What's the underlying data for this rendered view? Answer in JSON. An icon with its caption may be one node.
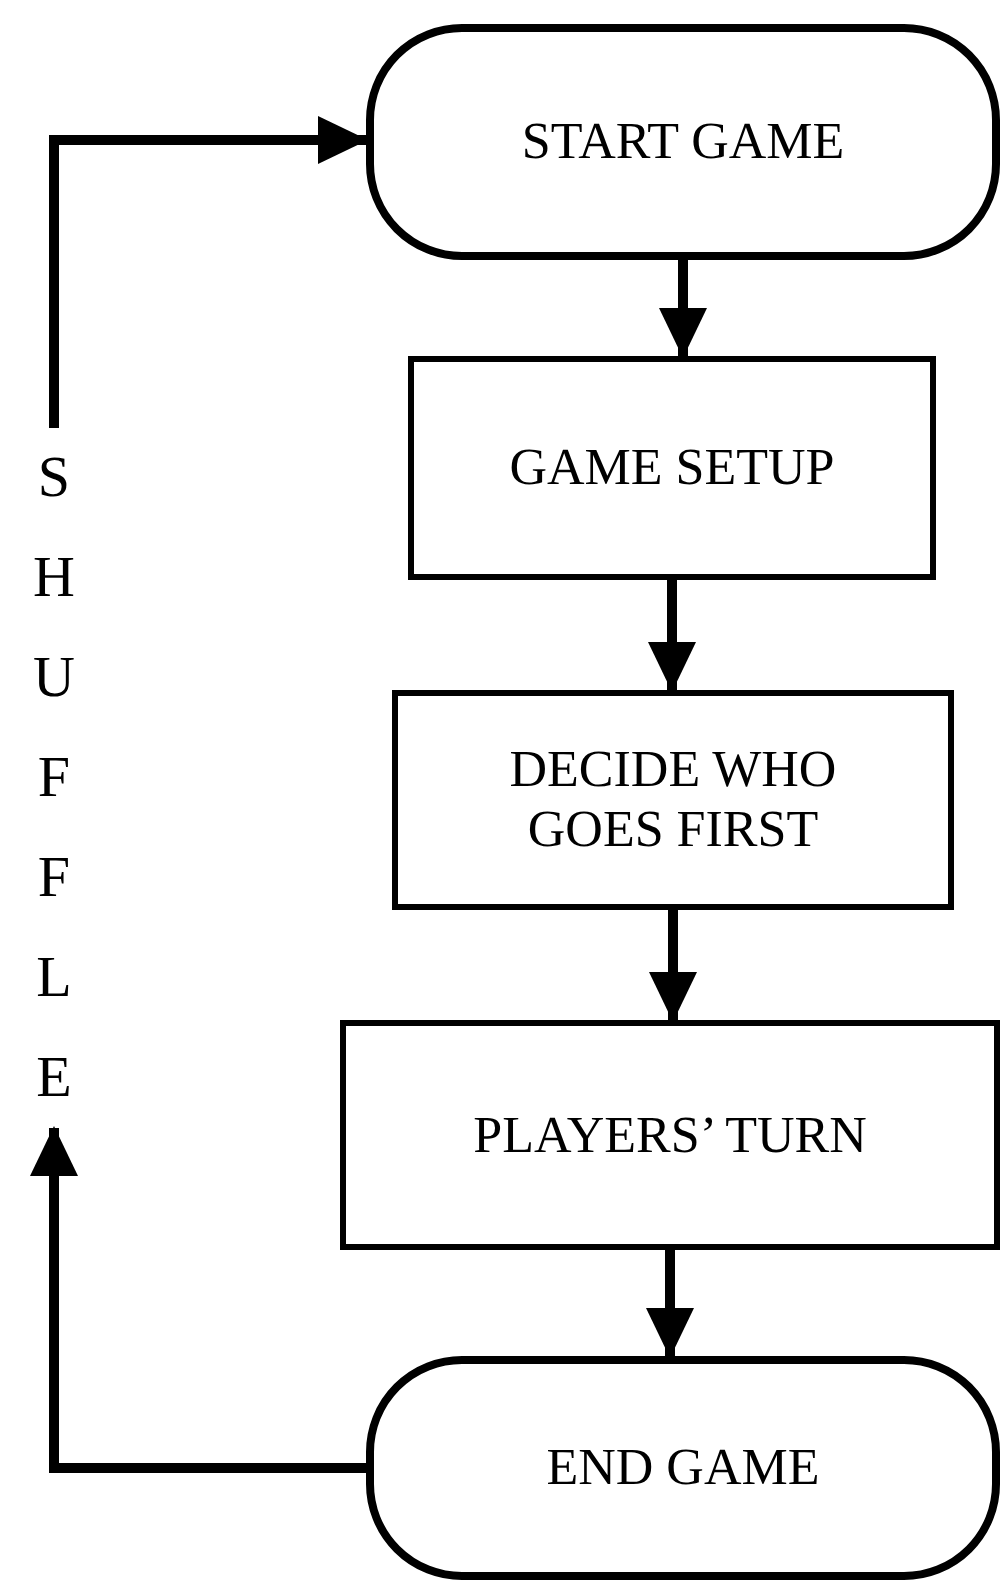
{
  "diagram": {
    "nodes": [
      {
        "text": [
          "START GAME"
        ]
      },
      {
        "text": [
          "GAME SETUP"
        ]
      },
      {
        "text": [
          "DECIDE WHO GOES FIRST"
        ]
      },
      {
        "text": [
          "PLAYERS’ TURN"
        ]
      },
      {
        "text": [
          "END GAME"
        ]
      },
      {
        "text": [
          "SHUFFLE"
        ]
      }
    ],
    "edges": [
      {
        "from": 0,
        "to": 1,
        "arrow": "to"
      },
      {
        "from": 1,
        "to": 2,
        "arrow": "to"
      },
      {
        "from": 2,
        "to": 3,
        "arrow": "to"
      },
      {
        "from": 3,
        "to": 4,
        "arrow": "to"
      },
      {
        "from": 4,
        "to": 5,
        "arrow": "to"
      },
      {
        "from": 5,
        "to": 0,
        "arrow": "to"
      }
    ]
  }
}
